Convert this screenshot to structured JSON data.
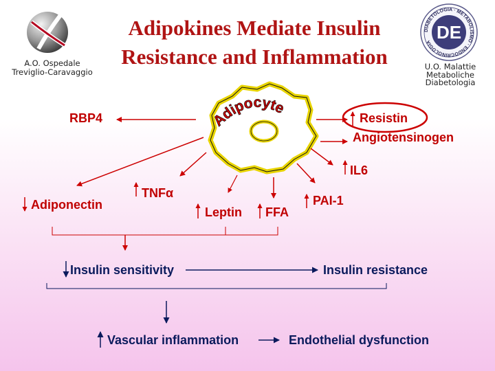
{
  "title": {
    "line1": "Adipokines Mediate Insulin",
    "line2": "Resistance and Inflammation"
  },
  "logos": {
    "left": {
      "line1": "A.O. Ospedale",
      "line2": "Treviglio-Caravaggio",
      "icon": "cross-icon"
    },
    "right": {
      "line1": "U.O. Malattie",
      "line2": "Metaboliche",
      "line3": "Diabetologia",
      "seal_text": "DIABETOLOGIA · METABOLISMO · ENDOCRINOLOGIA",
      "icon": "seal-icon"
    }
  },
  "adipocyte": {
    "label": "Adipocyte",
    "outline_color": "#e8d400",
    "text_color": "#cc0000"
  },
  "adipokines": {
    "rbp4": "RBP4",
    "resistin": "Resistin",
    "angiotensinogen": "Angiotensinogen",
    "il6": "IL6",
    "adiponectin": "Adiponectin",
    "tnf": "TNFα",
    "leptin": "Leptin",
    "ffa": "FFA",
    "pai1": "PAI-1"
  },
  "outcomes": {
    "insulin_sensitivity": "Insulin sensitivity",
    "insulin_resistance": "Insulin resistance",
    "vascular_inflammation": "Vascular inflammation",
    "endothelial_dysfunction": "Endothelial dysfunction"
  },
  "colors": {
    "title": "#b01414",
    "label_red": "#c00000",
    "arrow_red": "#cc0000",
    "arrow_navy": "#0a1a5c",
    "highlight_ring": "#cc0000"
  }
}
